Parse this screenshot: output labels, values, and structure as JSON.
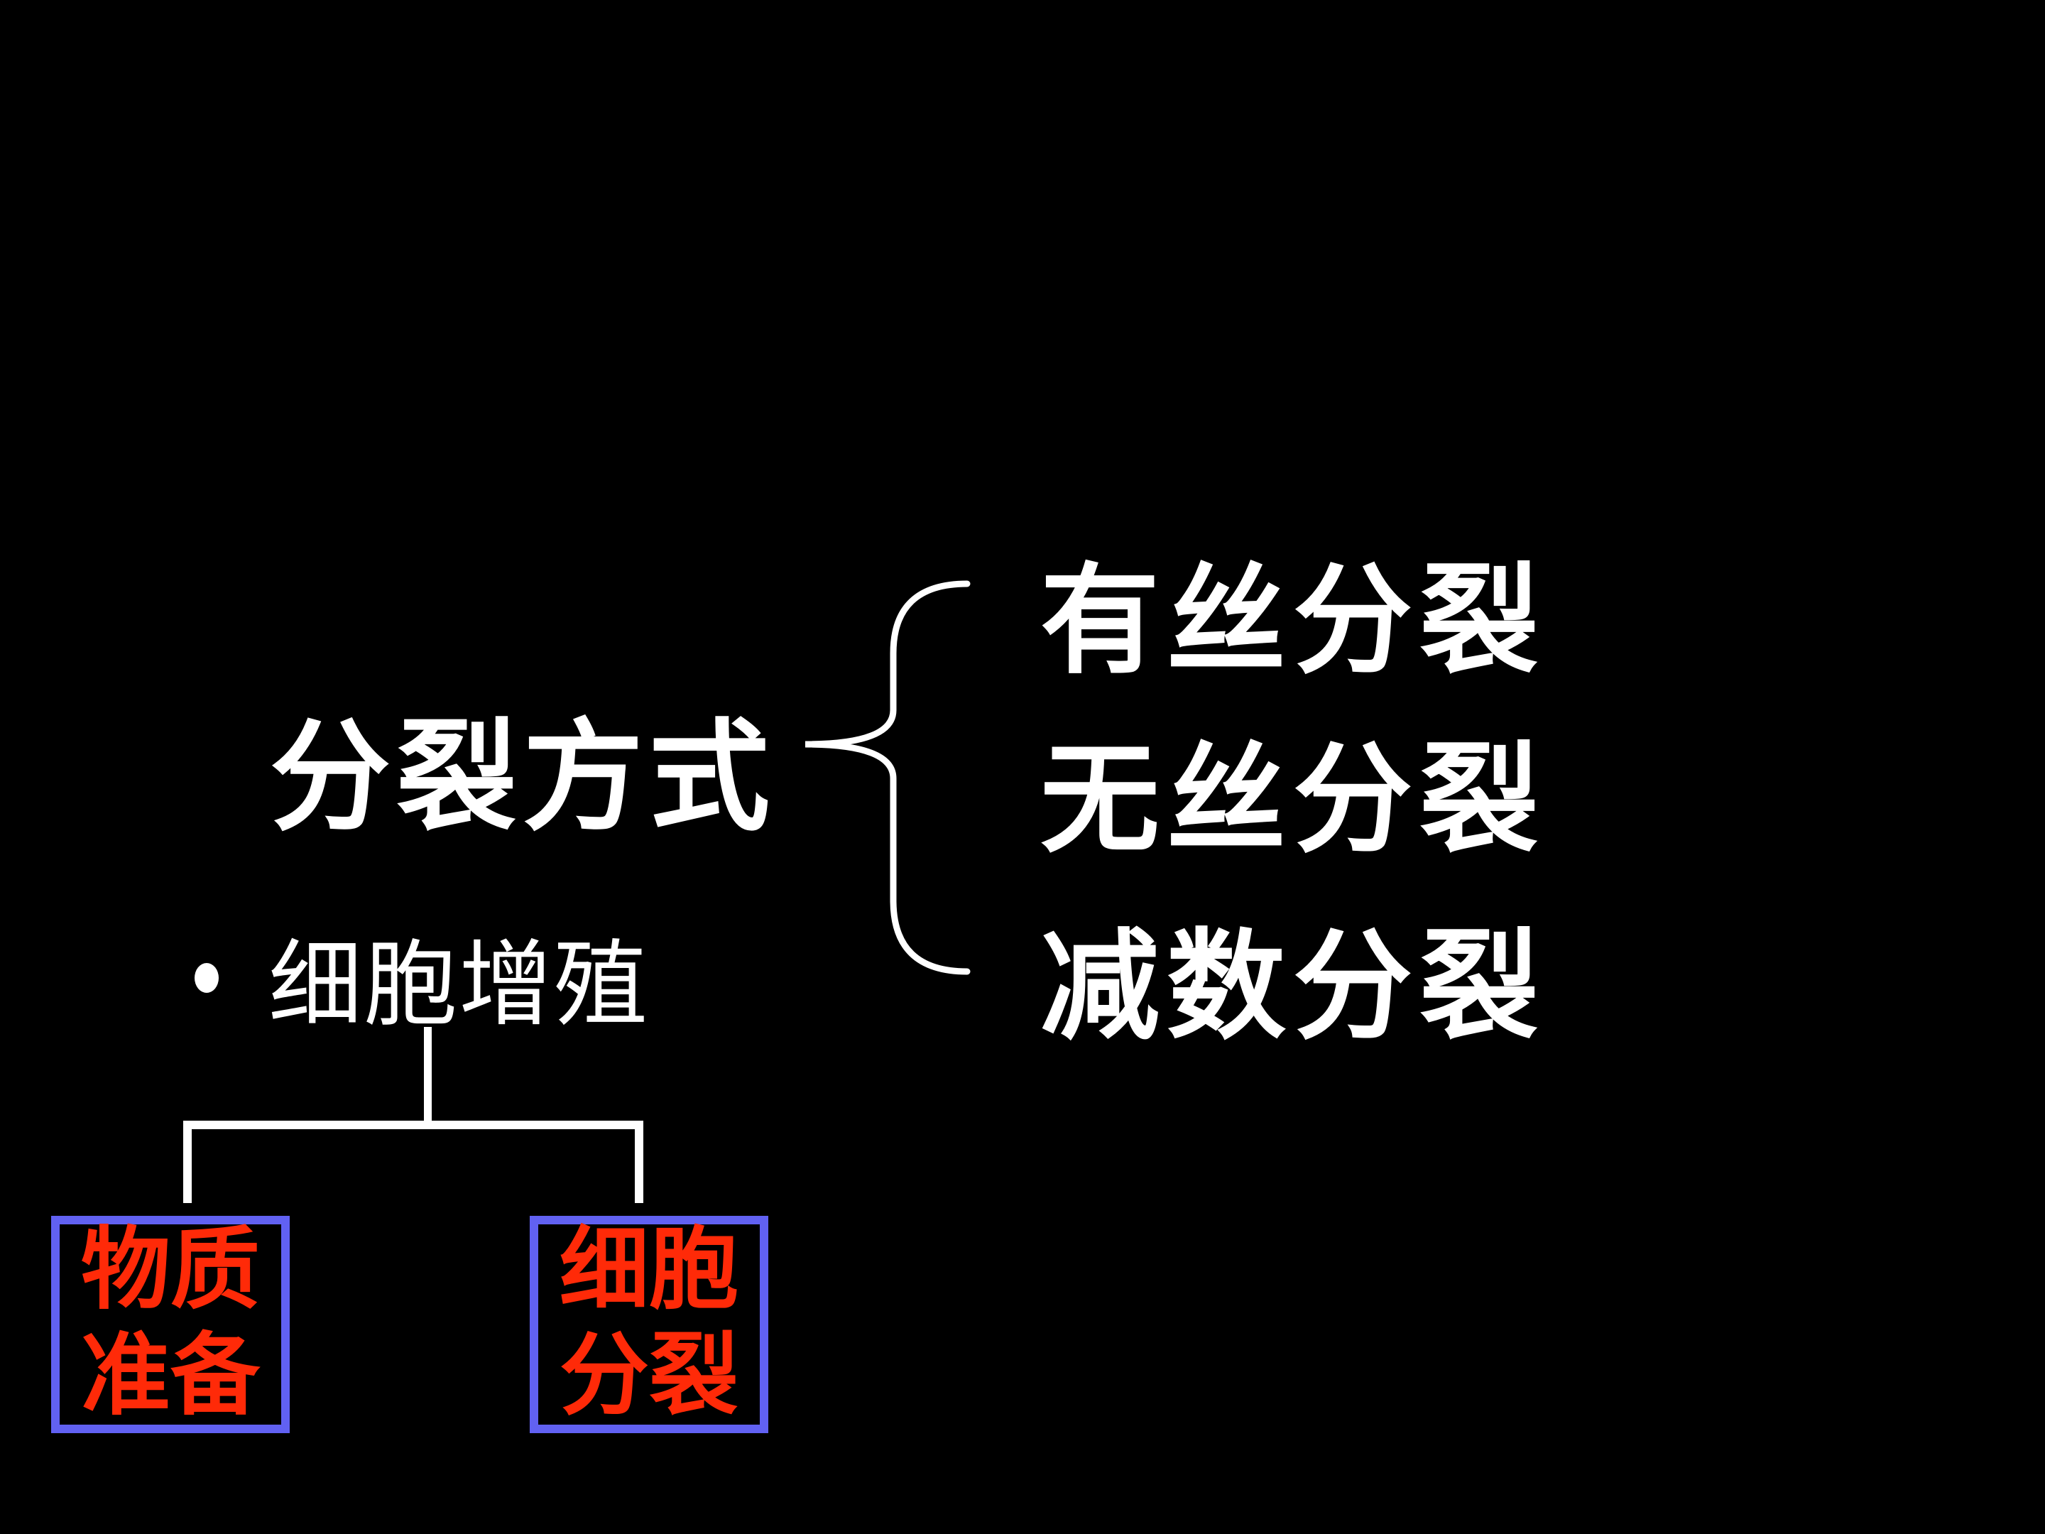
{
  "slide": {
    "title": "分裂方式",
    "brace_items": [
      {
        "label": "有丝分裂"
      },
      {
        "label": "无丝分裂"
      },
      {
        "label": "减数分裂"
      }
    ],
    "bullet": {
      "marker": "•",
      "label": "细胞增殖"
    },
    "tree": {
      "root_label": "细胞增殖",
      "children": [
        {
          "line1": "物质",
          "line2": "准备"
        },
        {
          "line1": "细胞",
          "line2": "分裂"
        }
      ]
    },
    "colors": {
      "background": "#000000",
      "heading_text": "#ffffff",
      "connector_line": "#ffffff",
      "box_border_blue": "#6161f2",
      "box_text_red": "#ff2a08"
    }
  }
}
